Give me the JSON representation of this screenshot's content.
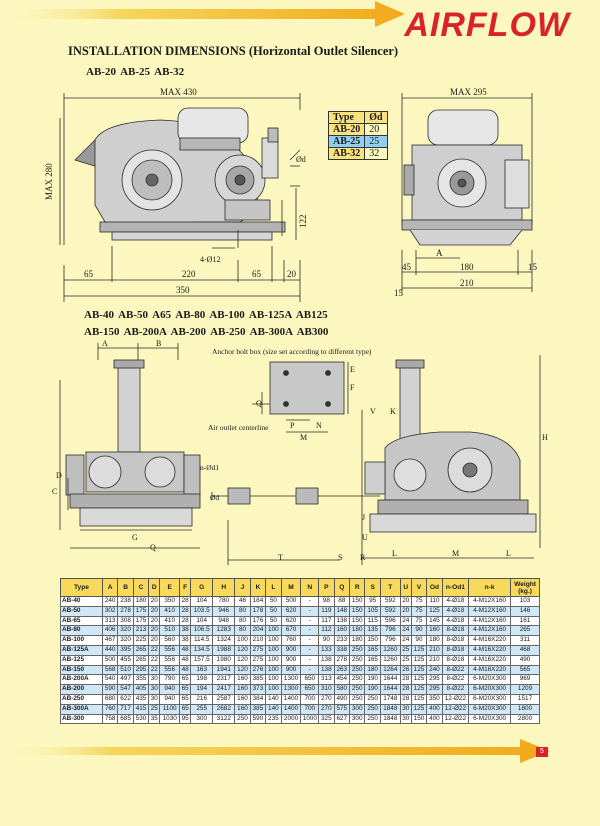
{
  "brand": "AIRFLOW",
  "heading": "INSTALLATION DIMENSIONS (Horizontal Outlet Silencer)",
  "models_small": "AB-20  AB-25  AB-32",
  "models_large_line1": "AB-40  AB-50  A65  AB-80  AB-100  AB-125A  AB125",
  "models_large_line2": "AB-150  AB-200A  AB-200  AB-250  AB-300A  AB300",
  "top_drawing": {
    "max_430": "MAX 430",
    "max_280": "MAX 280",
    "od": "Ød",
    "dim_122": "122",
    "hole": "4-Ø12",
    "dim_65a": "65",
    "dim_220": "220",
    "dim_65b": "65",
    "dim_20": "20",
    "dim_350": "350",
    "max_295": "MAX 295",
    "a": "A",
    "dim_45": "45",
    "dim_180": "180",
    "dim_15a": "15",
    "dim_15b": "15",
    "dim_210": "210"
  },
  "od_table": {
    "headers": [
      "Type",
      "Ød"
    ],
    "rows": [
      [
        "AB-20",
        "20"
      ],
      [
        "AB-25",
        "25"
      ],
      [
        "AB-32",
        "32"
      ]
    ],
    "highlight_color": "#8fd0f0"
  },
  "bottom_drawing": {
    "a": "A",
    "b": "B",
    "anchor_note": "Anchor bolt box (size set according to different type)",
    "outlet_note": "Air outlet centerline",
    "e": "E",
    "f": "F",
    "q1": "Q",
    "m1": "M",
    "n1": "N",
    "p1": "P",
    "v": "V",
    "k": "K",
    "h": "H",
    "n_od1": "n-Ød1",
    "od": "Ød",
    "c": "C",
    "d": "D",
    "g": "G",
    "q2": "Q",
    "t": "T",
    "s": "S",
    "r": "R",
    "j": "J",
    "u": "U",
    "l1": "L",
    "m2": "M",
    "l2": "L"
  },
  "spec_table": {
    "headers": [
      "Type",
      "A",
      "B",
      "C",
      "D",
      "E",
      "F",
      "G",
      "H",
      "J",
      "K",
      "L",
      "M",
      "N",
      "P",
      "Q",
      "R",
      "S",
      "T",
      "U",
      "V",
      "Od",
      "n-Od1",
      "n-k",
      "Weight (kg.)"
    ],
    "rows": [
      [
        "AB-40",
        "240",
        "238",
        "180",
        "20",
        "350",
        "28",
        "104",
        "780",
        "46",
        "184",
        "50",
        "500",
        "-",
        "98",
        "88",
        "150",
        "95",
        "592",
        "20",
        "75",
        "110",
        "4-Ø18",
        "4-M12X160",
        "103"
      ],
      [
        "AB-50",
        "302",
        "278",
        "175",
        "20",
        "410",
        "28",
        "103.5",
        "946",
        "80",
        "178",
        "50",
        "620",
        "-",
        "119",
        "148",
        "150",
        "105",
        "592",
        "20",
        "75",
        "125",
        "4-Ø18",
        "4-M12X160",
        "146"
      ],
      [
        "AB-65",
        "313",
        "308",
        "175",
        "20",
        "410",
        "28",
        "104",
        "948",
        "80",
        "176",
        "50",
        "620",
        "-",
        "117",
        "138",
        "150",
        "115",
        "596",
        "24",
        "75",
        "145",
        "4-Ø18",
        "4-M12X160",
        "161"
      ],
      [
        "AB-80",
        "406",
        "320",
        "213",
        "20",
        "510",
        "38",
        "106.5",
        "1283",
        "80",
        "204",
        "100",
        "670",
        "-",
        "112",
        "160",
        "180",
        "135",
        "796",
        "24",
        "90",
        "160",
        "8-Ø18",
        "4-M12X160",
        "265"
      ],
      [
        "AB-100",
        "467",
        "320",
        "225",
        "20",
        "560",
        "38",
        "114.5",
        "1324",
        "100",
        "210",
        "100",
        "760",
        "-",
        "90",
        "233",
        "180",
        "150",
        "796",
        "24",
        "90",
        "180",
        "8-Ø18",
        "4-M16X220",
        "311"
      ],
      [
        "AB-125A",
        "440",
        "395",
        "265",
        "22",
        "556",
        "48",
        "134.5",
        "1988",
        "120",
        "275",
        "100",
        "900",
        "-",
        "133",
        "338",
        "250",
        "165",
        "1260",
        "25",
        "125",
        "210",
        "8-Ø18",
        "4-M16X220",
        "468"
      ],
      [
        "AB-125",
        "500",
        "455",
        "265",
        "22",
        "556",
        "48",
        "157.5",
        "1980",
        "120",
        "275",
        "100",
        "900",
        "-",
        "138",
        "278",
        "250",
        "165",
        "1260",
        "25",
        "125",
        "210",
        "8-Ø18",
        "4-M16X220",
        "490"
      ],
      [
        "AB-150",
        "568",
        "510",
        "295",
        "22",
        "556",
        "48",
        "163",
        "1941",
        "120",
        "276",
        "100",
        "900",
        "-",
        "138",
        "263",
        "250",
        "180",
        "1264",
        "26",
        "125",
        "240",
        "8-Ø22",
        "4-M16X220",
        "565"
      ],
      [
        "AB-200A",
        "540",
        "497",
        "355",
        "30",
        "790",
        "65",
        "198",
        "2317",
        "160",
        "385",
        "100",
        "1300",
        "650",
        "313",
        "454",
        "250",
        "190",
        "1644",
        "28",
        "125",
        "295",
        "8-Ø22",
        "6-M20X300",
        "969"
      ],
      [
        "AB-200",
        "590",
        "547",
        "405",
        "30",
        "940",
        "65",
        "194",
        "2417",
        "160",
        "373",
        "100",
        "1300",
        "650",
        "310",
        "580",
        "250",
        "190",
        "1644",
        "28",
        "125",
        "295",
        "8-Ø22",
        "6-M20X300",
        "1209"
      ],
      [
        "AB-250",
        "680",
        "622",
        "435",
        "30",
        "940",
        "65",
        "216",
        "2587",
        "160",
        "384",
        "140",
        "1400",
        "700",
        "270",
        "490",
        "250",
        "250",
        "1748",
        "28",
        "125",
        "350",
        "12-Ø22",
        "6-M20X300",
        "1517"
      ],
      [
        "AB-300A",
        "760",
        "717",
        "415",
        "25",
        "1100",
        "65",
        "255",
        "2682",
        "160",
        "385",
        "140",
        "1400",
        "700",
        "270",
        "575",
        "300",
        "250",
        "1848",
        "30",
        "125",
        "400",
        "12-Ø22",
        "6-M20X300",
        "1800"
      ],
      [
        "AB-300",
        "758",
        "685",
        "530",
        "35",
        "1030",
        "95",
        "300",
        "3122",
        "250",
        "590",
        "235",
        "2000",
        "1000",
        "325",
        "627",
        "300",
        "250",
        "1848",
        "30",
        "150",
        "400",
        "12-Ø22",
        "6-M20X300",
        "2800"
      ]
    ]
  },
  "page_number": "5",
  "colors": {
    "brand_red": "#d8232a",
    "arrow_yellow": "#f2c21a",
    "header_yellow": "#f8d95c",
    "row_blue": "#cfe7f6"
  },
  "icons": [
    "header-arrow-icon",
    "footer-arrow-icon"
  ]
}
